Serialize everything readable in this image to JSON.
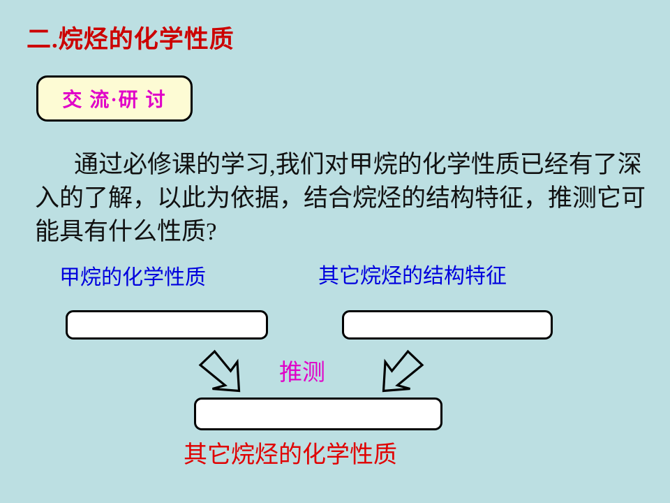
{
  "slide": {
    "background_color": "#bcdfe2",
    "title": "二.烷烃的化学性质",
    "title_color": "#cc0000"
  },
  "discussion_badge": {
    "label": "交 流·研 讨",
    "text_color": "#e000c8",
    "fill_color": "#fdfbd4",
    "border_color": "#000000"
  },
  "body": {
    "paragraph": "通过必修课的学习,我们对甲烷的化学性质已经有了深入的了解，以此为依据，结合烷烃的结构特征，推测它可能具有什么性质?",
    "text_color": "#111111"
  },
  "diagram": {
    "headings": [
      {
        "label": "甲烷的化学性质",
        "color": "#0000dd"
      },
      {
        "label": "其它烷烃的结构特征",
        "color": "#0000dd"
      }
    ],
    "boxes": [
      {
        "name": "methane-properties",
        "value": ""
      },
      {
        "name": "alkane-structure",
        "value": ""
      },
      {
        "name": "alkane-properties",
        "value": ""
      }
    ],
    "connector_label": "推测",
    "connector_label_color": "#e000c8",
    "arrows": [
      {
        "name": "arrow-down-right",
        "direction": "down-right"
      },
      {
        "name": "arrow-down-left",
        "direction": "down-left"
      }
    ],
    "caption": "其它烷烃的化学性质",
    "caption_color": "#e00000"
  }
}
